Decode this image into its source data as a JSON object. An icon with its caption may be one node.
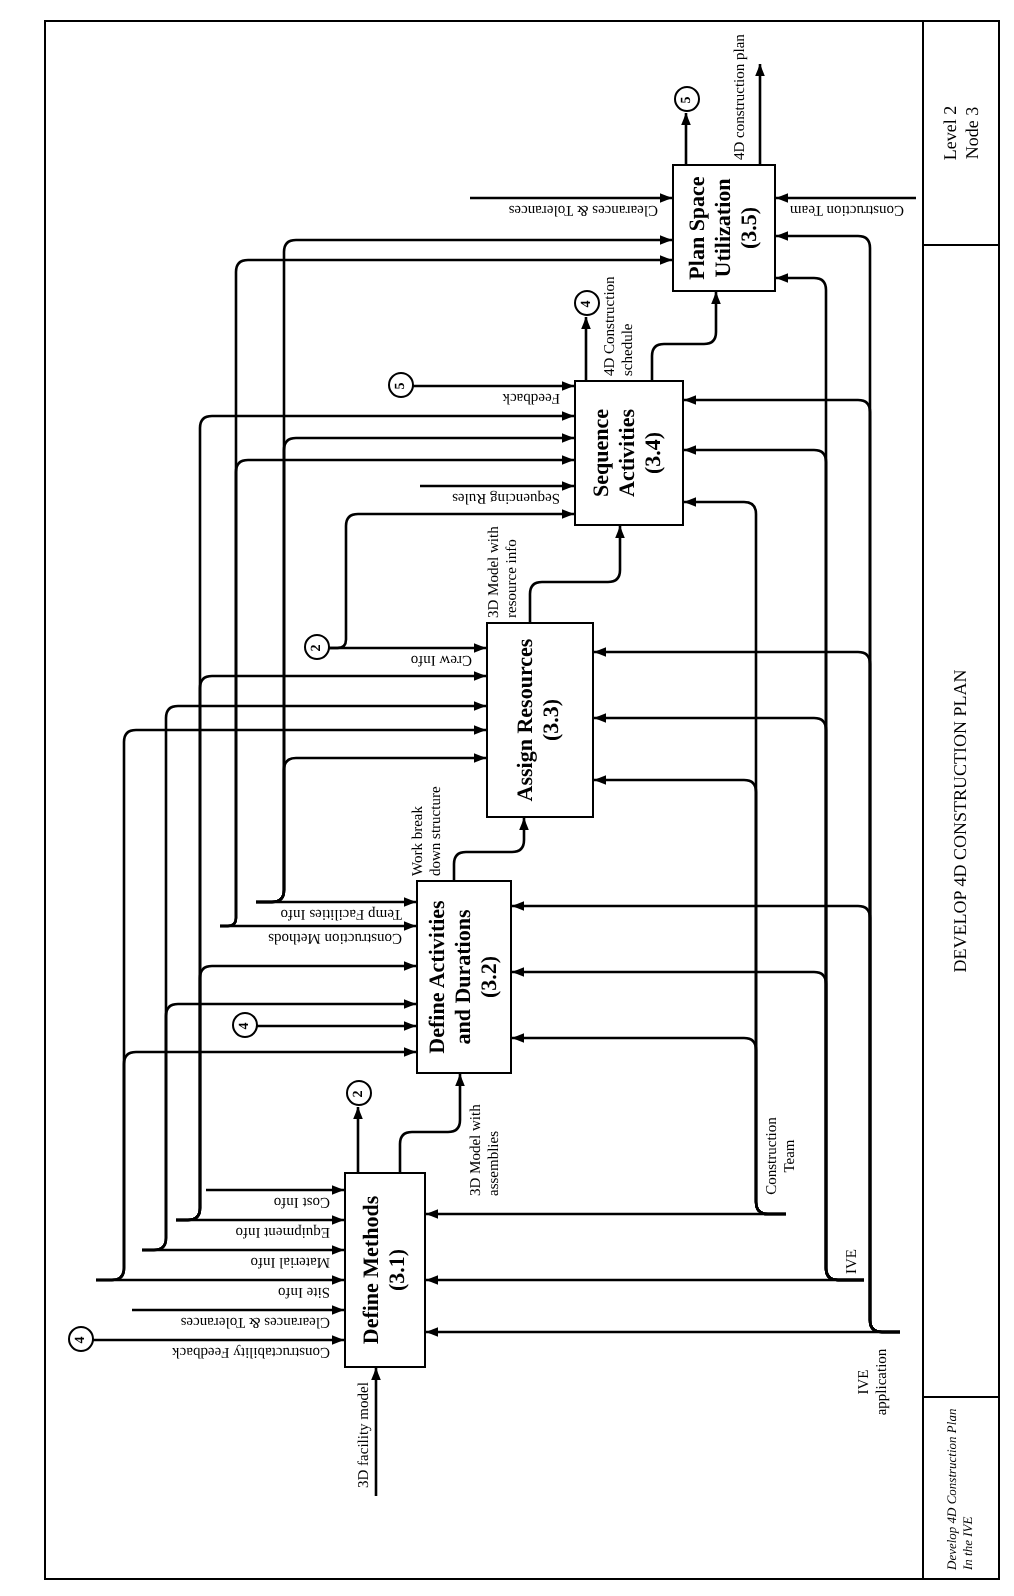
{
  "diagram": {
    "title": "DEVELOP 4D CONSTRUCTION PLAN",
    "nodes": [
      {
        "text": [
          "Define Methods",
          "(3.1)"
        ]
      },
      {
        "text": [
          "Define Activities and Durations",
          "(3.2)"
        ]
      },
      {
        "text": [
          "Assign Resources",
          "(3.3)"
        ]
      },
      {
        "text": [
          "Sequence Activities",
          "(3.4)"
        ]
      },
      {
        "text": [
          "Plan Space Utilization",
          "(3.5)"
        ]
      },
      {
        "text": [
          "4"
        ]
      },
      {
        "text": [
          "2"
        ]
      },
      {
        "text": [
          "4"
        ]
      },
      {
        "text": [
          "2"
        ]
      },
      {
        "text": [
          "5"
        ]
      },
      {
        "text": [
          "4"
        ]
      },
      {
        "text": [
          "5"
        ]
      }
    ],
    "edges": [
      {
        "from": 5,
        "to": 0,
        "arrow": "to",
        "label": "Constructability Feedback"
      },
      {
        "from": null,
        "to": 0,
        "arrow": "to",
        "label": "Clearances & Tolerances"
      },
      {
        "from": null,
        "to": 0,
        "arrow": "to",
        "label": "Site Info"
      },
      {
        "from": null,
        "to": 0,
        "arrow": "to",
        "label": "Material Info"
      },
      {
        "from": null,
        "to": 0,
        "arrow": "to",
        "label": "Equipment Info"
      },
      {
        "from": null,
        "to": 0,
        "arrow": "to",
        "label": "Cost Info"
      },
      {
        "from": null,
        "to": 0,
        "arrow": "to",
        "label": "3D facility model"
      },
      {
        "from": 0,
        "to": 1,
        "arrow": "to",
        "label": "3D Model with assemblies"
      },
      {
        "from": 0,
        "to": 6,
        "arrow": "to"
      },
      {
        "from": null,
        "to": 1,
        "arrow": "to"
      },
      {
        "from": 7,
        "to": 1,
        "arrow": "to"
      },
      {
        "from": null,
        "to": 1,
        "arrow": "to"
      },
      {
        "from": null,
        "to": 1,
        "arrow": "to"
      },
      {
        "from": null,
        "to": 1,
        "arrow": "to",
        "label": "Construction Methods"
      },
      {
        "from": null,
        "to": 1,
        "arrow": "to",
        "label": "Temp Facilities Info"
      },
      {
        "from": 1,
        "to": 2,
        "arrow": "to",
        "label": "Work break down structure"
      },
      {
        "from": null,
        "to": 2,
        "arrow": "to"
      },
      {
        "from": null,
        "to": 2,
        "arrow": "to"
      },
      {
        "from": null,
        "to": 2,
        "arrow": "to"
      },
      {
        "from": null,
        "to": 2,
        "arrow": "to"
      },
      {
        "from": 8,
        "to": 2,
        "arrow": "to",
        "label": "Crew Info"
      },
      {
        "from": 2,
        "to": 3,
        "arrow": "to",
        "label": "3D Model with resource info"
      },
      {
        "from": 8,
        "to": 3,
        "arrow": "to"
      },
      {
        "from": null,
        "to": 3,
        "arrow": "to",
        "label": "Sequencing Rules"
      },
      {
        "from": null,
        "to": 3,
        "arrow": "to"
      },
      {
        "from": null,
        "to": 3,
        "arrow": "to"
      },
      {
        "from": null,
        "to": 3,
        "arrow": "to"
      },
      {
        "from": 9,
        "to": 3,
        "arrow": "to",
        "label": "Feedback"
      },
      {
        "from": 3,
        "to": 4,
        "arrow": "to",
        "label": "4D Construction schedule"
      },
      {
        "from": 3,
        "to": 10,
        "arrow": "to"
      },
      {
        "from": null,
        "to": 4,
        "arrow": "to"
      },
      {
        "from": null,
        "to": 4,
        "arrow": "to"
      },
      {
        "from": null,
        "to": 4,
        "arrow": "to",
        "label": "Clearances & Tolerances"
      },
      {
        "from": 4,
        "to": null,
        "arrow": "to",
        "label": "4D construction plan"
      },
      {
        "from": 4,
        "to": 11,
        "arrow": "to"
      },
      {
        "from": null,
        "to": 4,
        "arrow": "to",
        "label": "Construction Team"
      },
      {
        "from": null,
        "to": 0,
        "arrow": "to",
        "label": "Construction Team"
      },
      {
        "from": null,
        "to": 1,
        "arrow": "to"
      },
      {
        "from": null,
        "to": 2,
        "arrow": "to"
      },
      {
        "from": null,
        "to": 3,
        "arrow": "to"
      },
      {
        "from": null,
        "to": 0,
        "arrow": "to",
        "label": "IVE"
      },
      {
        "from": null,
        "to": 1,
        "arrow": "to"
      },
      {
        "from": null,
        "to": 2,
        "arrow": "to"
      },
      {
        "from": null,
        "to": 3,
        "arrow": "to"
      },
      {
        "from": null,
        "to": 4,
        "arrow": "to"
      },
      {
        "from": null,
        "to": 0,
        "arrow": "to",
        "label": "IVE application"
      },
      {
        "from": null,
        "to": 1,
        "arrow": "to"
      },
      {
        "from": null,
        "to": 2,
        "arrow": "to"
      },
      {
        "from": null,
        "to": 3,
        "arrow": "to"
      },
      {
        "from": null,
        "to": 4,
        "arrow": "to"
      }
    ],
    "labels": [
      "Develop 4D Construction Plan In the IVE",
      "Level 2 Node 3"
    ]
  }
}
